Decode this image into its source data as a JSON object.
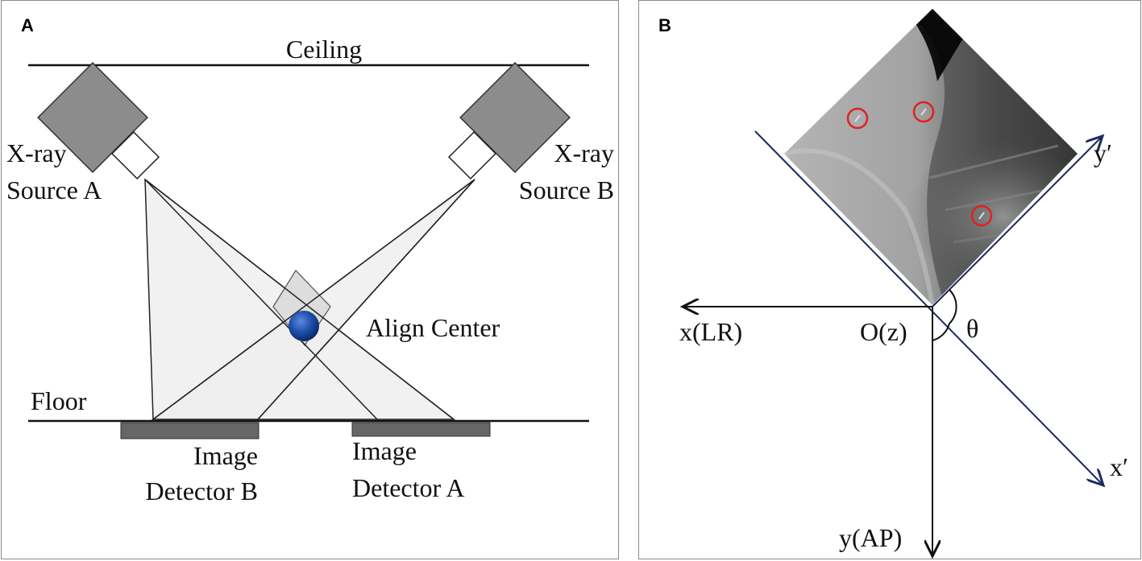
{
  "panel_a": {
    "letter": "A",
    "ceiling_label": "Ceiling",
    "floor_label": "Floor",
    "source_a_line1": "X-ray",
    "source_a_line2": "Source A",
    "source_b_line1": "X-ray",
    "source_b_line2": "Source B",
    "align_center_label": "Align Center",
    "detector_b_line1": "Image",
    "detector_b_line2": "Detector B",
    "detector_a_line1": "Image",
    "detector_a_line2": "Detector A"
  },
  "panel_b": {
    "letter": "B",
    "x_axis_label": "x(LR)",
    "y_axis_label": "y(AP)",
    "origin_label": "O(z)",
    "angle_label": "θ",
    "x_prime_label": "x′",
    "y_prime_label": "y′"
  },
  "colors": {
    "source_body": "#8c8c8c",
    "detector": "#666666",
    "beam_fill": "#eeeeee",
    "sphere": "#1f4fa8",
    "axis_navy": "#1c2a5c",
    "marker_red": "#e02020"
  }
}
